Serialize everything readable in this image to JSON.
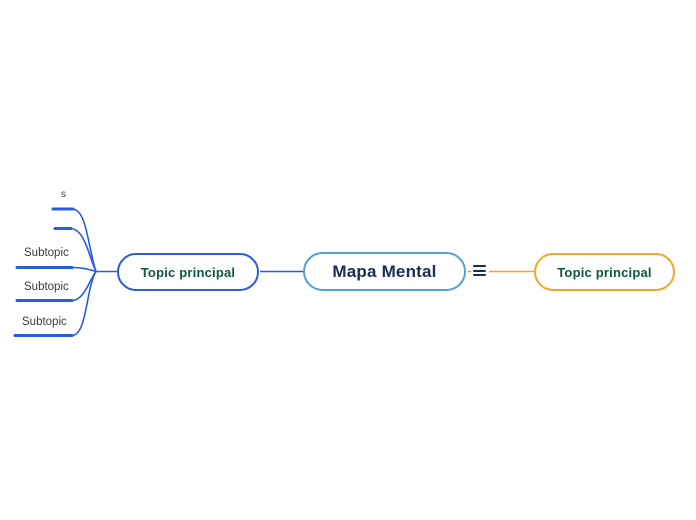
{
  "colors": {
    "canvas-bg": "#ffffff",
    "royal-blue": "#2a5cdb",
    "light-blue": "#51a0dc",
    "orange": "#f5a522",
    "dark-green": "#0e5540",
    "navy": "#1a2b57",
    "subtext": "#3b3b3b"
  },
  "map": {
    "root": {
      "label": "Mapa Mental"
    },
    "left_branch": {
      "label": "Topic principal",
      "subtopics": [
        {
          "label": "s"
        },
        {
          "label": ""
        },
        {
          "label": "Subtopic"
        },
        {
          "label": "Subtopic"
        },
        {
          "label": "Subtopic"
        }
      ]
    },
    "right_branch": {
      "label": "Topic principal"
    }
  }
}
